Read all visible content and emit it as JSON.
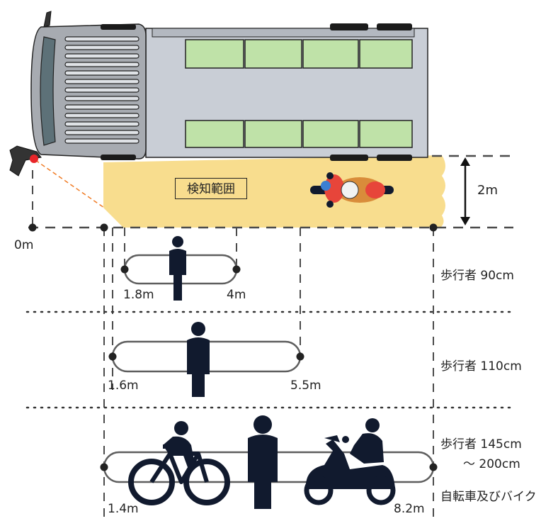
{
  "detection_area_label": "検知範囲",
  "height_label": "2m",
  "origin_label": "0m",
  "rows": [
    {
      "category": "歩行者 90cm",
      "start": "1.8m",
      "end": "4m"
    },
    {
      "category": "歩行者 110cm",
      "start": "1.6m",
      "end": "5.5m"
    },
    {
      "category_line1": "歩行者 145cm",
      "category_line2": "～ 200cm",
      "category_line3": "自転車及びバイク",
      "start": "1.4m",
      "end": "8.2m"
    }
  ],
  "colors": {
    "detection_area": "#f8dd8e",
    "truck_body": "#c9ced6",
    "truck_cab": "#a7abb1",
    "windows": "#bfe2a8",
    "figures": "#111a2e",
    "sensor": "#e8262a",
    "dashed_lines": "#4b4b4b"
  }
}
